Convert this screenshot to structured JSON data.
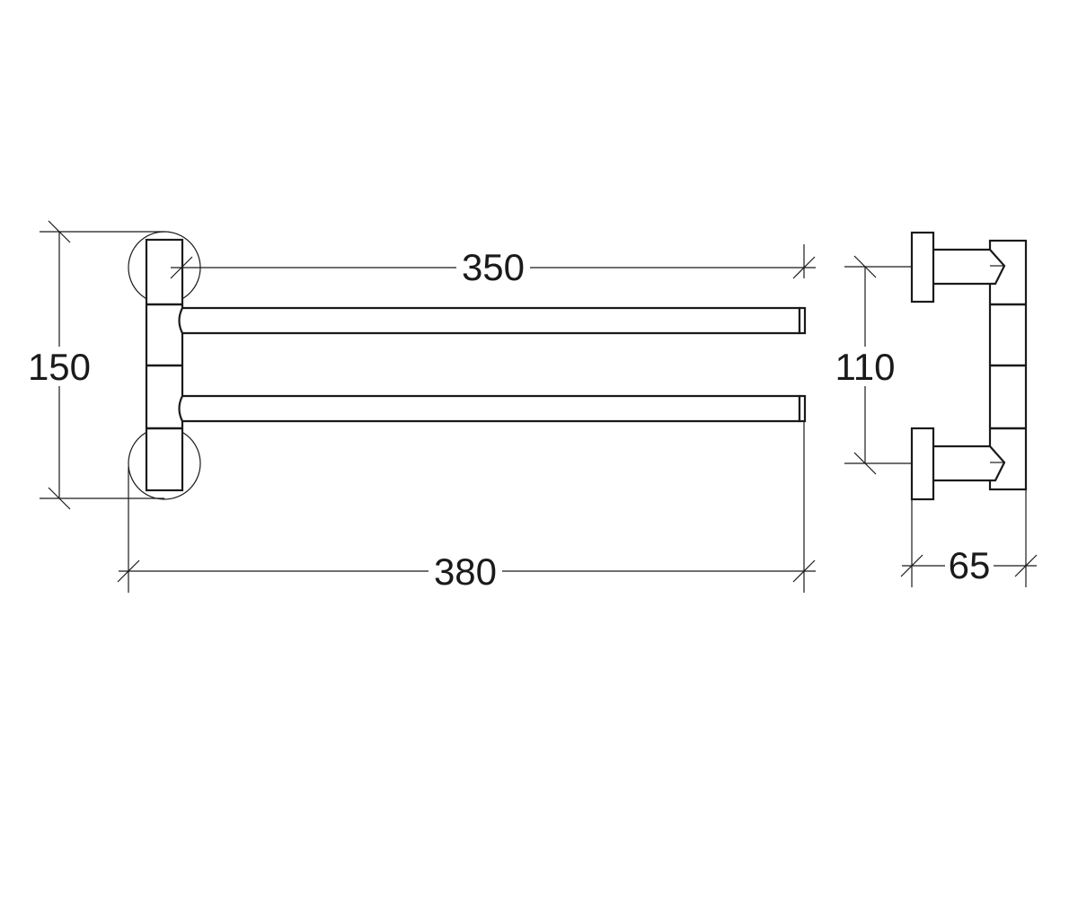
{
  "dimensions": {
    "front_height": "150",
    "inner_length": "350",
    "overall_length": "380",
    "side_arm_spacing": "110",
    "side_depth": "65"
  }
}
